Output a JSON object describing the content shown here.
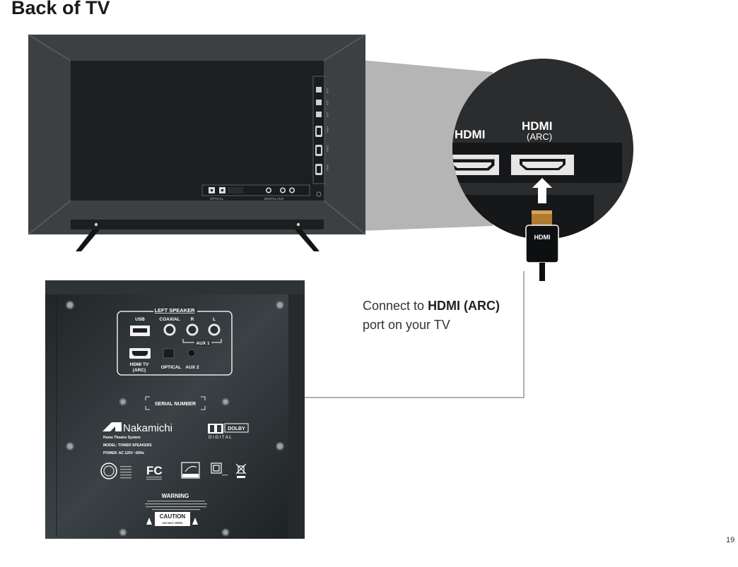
{
  "page": {
    "title": "Back of TV",
    "page_number": "19"
  },
  "instruction": {
    "part1": "Connect  to ",
    "bold": "HDMI (ARC)",
    "part2": "port on your TV"
  },
  "tv_panel": {
    "optical_label": "OPTICAL",
    "digital_aux_label": "DIGITAL  AUX",
    "side_ports": [
      "USB",
      "USB",
      "USB",
      "HDMI",
      "HDMI",
      "HDMI"
    ]
  },
  "zoom": {
    "hdmi_label": "HDMI",
    "hdmi_arc_label": "HDMI",
    "arc_label": "(ARC)",
    "plug_label": "HDMI"
  },
  "speaker_panel": {
    "group_label": "LEFT SPEAKER",
    "usb_label": "USB",
    "coaxial_label": "COAXIAL",
    "r_label": "R",
    "l_label": "L",
    "aux1_label": "AUX 1",
    "hdmi_tv_label": "HDMI TV",
    "arc_label": "(ARC)",
    "optical_label": "OPTICAL",
    "aux2_label": "AUX 2",
    "serial_label": "SERIAL NUMBER",
    "brand": "Nakamichi",
    "product_line": "Home Theatre System",
    "model_line": "MODEL:  TOWER SPEAKERS",
    "power_line": "POWER:  AC 120V ~60Hz",
    "dolby_label": "DOLBY",
    "dolby_sub": "D I G I T A L",
    "fcc_label": "FC",
    "warning_title": "WARNING",
    "caution_title": "CAUTION",
    "caution_sub": "DO NOT OPEN"
  },
  "colors": {
    "tv_body": "#3d4043",
    "tv_screen": "#1d1e20",
    "zoom_cone": "#b5b5b5",
    "panel_bg": "#2a2f31",
    "cable_line": "#b0b0b0",
    "plug_tip": "#b07a30"
  }
}
